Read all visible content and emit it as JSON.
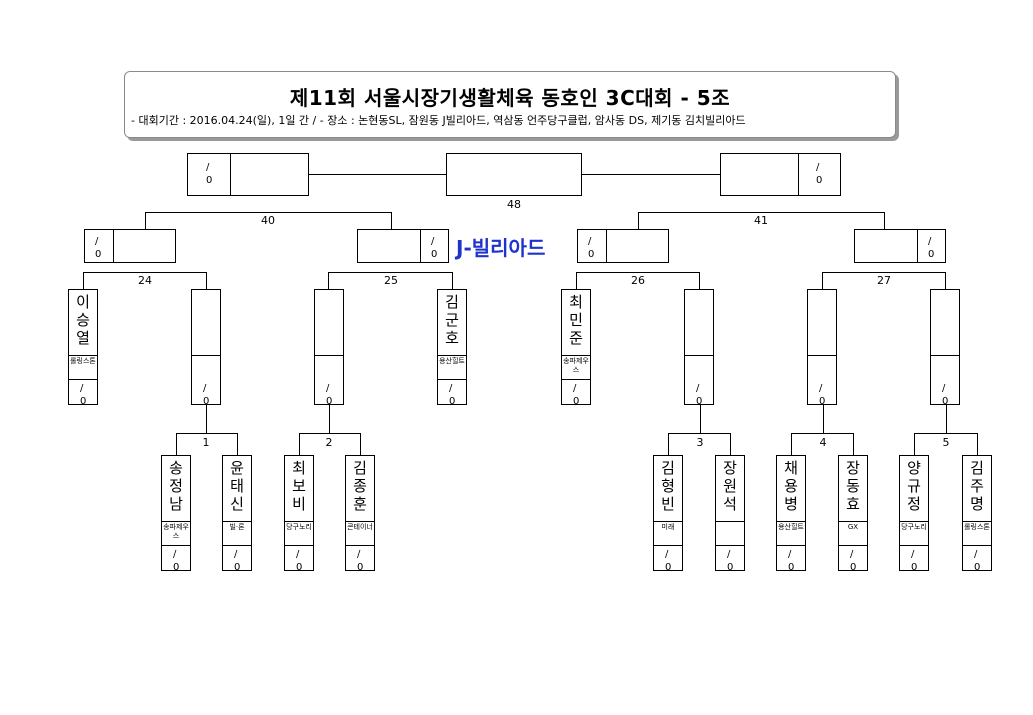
{
  "header": {
    "title": "제11회 서울시장기생활체육 동호인 3C대회 - 5조",
    "subtitle": "- 대회기간 : 2016.04.24(일), 1일 간 / - 장소 : 논현동SL, 잠원동 J빌리아드, 역삼동 언주당구클럽, 암사동 DS, 제기동 김치빌리아드"
  },
  "venue": "J-빌리아드",
  "match_numbers": [
    "48",
    "40",
    "41",
    "24",
    "25",
    "26",
    "27",
    "1",
    "2",
    "3",
    "4",
    "5"
  ],
  "score_slash": "/",
  "score_zero": "0",
  "players": [
    {
      "name": "이승열",
      "club": "롤링스톤"
    },
    {
      "name": "김군호",
      "club": "용산힐트"
    },
    {
      "name": "최민준",
      "club": "송파제우스"
    },
    {
      "name": "송정남",
      "club": "송파제우스"
    },
    {
      "name": "윤태신",
      "club": "빌·론"
    },
    {
      "name": "최보비",
      "club": "당구노리"
    },
    {
      "name": "김종훈",
      "club": "콘테이너"
    },
    {
      "name": "김형빈",
      "club": "미래"
    },
    {
      "name": "장원석",
      "club": ""
    },
    {
      "name": "채용병",
      "club": "용산힐트"
    },
    {
      "name": "장동효",
      "club": "GX"
    },
    {
      "name": "양규정",
      "club": "당구노리"
    },
    {
      "name": "김주명",
      "club": "롤링스톤"
    }
  ]
}
